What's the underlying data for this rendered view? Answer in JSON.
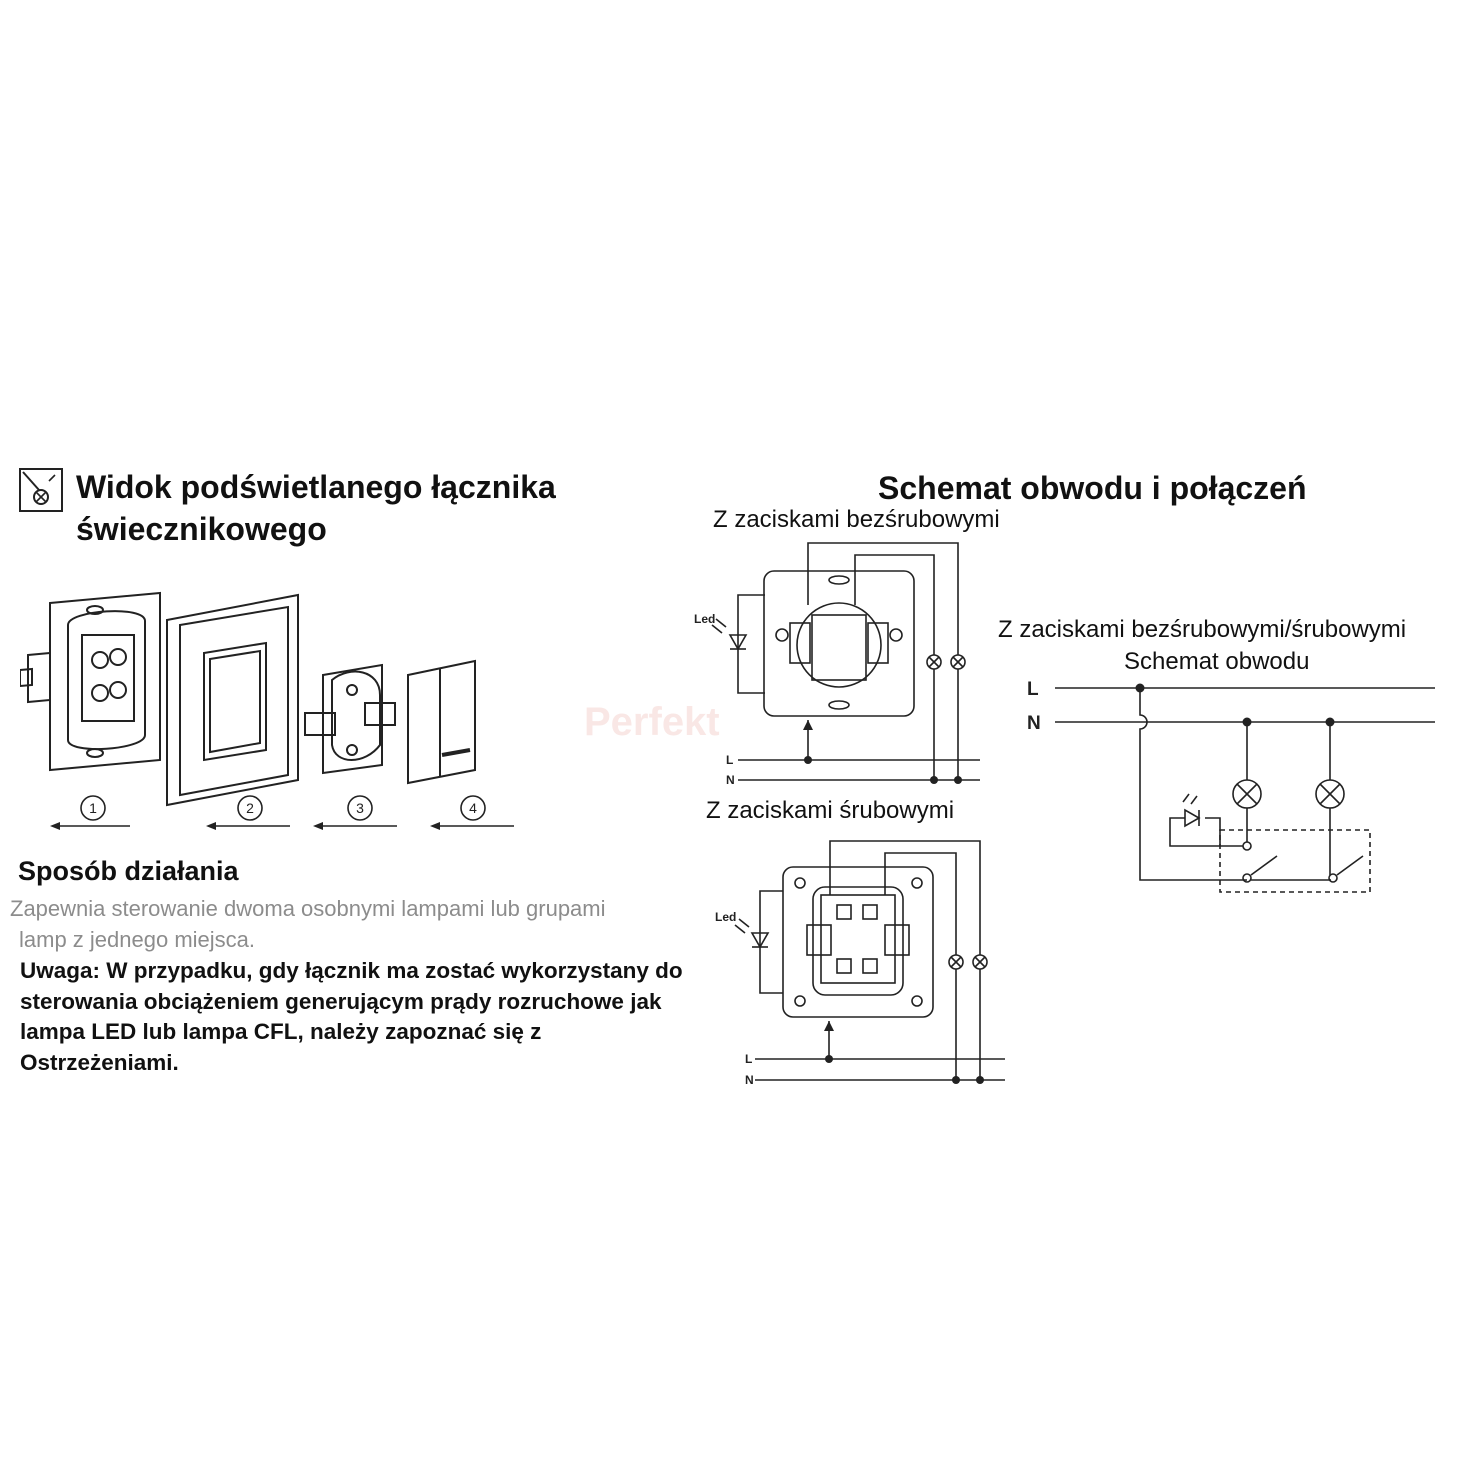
{
  "left_title": "Widok podświetlanego łącznika świecznikowego",
  "right_title": "Schemat obwodu i połączeń",
  "subtitle_beszrubowe": "Z zaciskami bezśrubowymi",
  "subtitle_srubowe": "Z zaciskami śrubowymi",
  "subtitle_both": "Z zaciskami bezśrubowymi/śrubowymi",
  "subtitle_schemat": "Schemat obwodu",
  "led_label": "Led",
  "line_L": "L",
  "line_N": "N",
  "steps": [
    "1",
    "2",
    "3",
    "4"
  ],
  "sposob_heading": "Sposób działania",
  "description_lines": [
    "Zapewnia sterowanie dwoma osobnymi lampami lub grupami",
    "lamp z jednego miejsca."
  ],
  "warning_lines": [
    "Uwaga: W przypadku, gdy łącznik ma zostać wykorzystany do",
    "sterowania obciążeniem generującym prądy rozruchowe jak",
    "lampa LED lub lampa CFL, należy zapoznać się z",
    "Ostrzeżeniami."
  ],
  "watermark": "Perfekt",
  "icons": {
    "legend": "illuminated-switch-icon",
    "lamp": "lamp-cross-icon",
    "led": "led-diode-icon",
    "arrow": "left-arrow-icon"
  },
  "colors": {
    "text": "#111111",
    "description": "#8c8c8c",
    "lines": "#222222"
  }
}
